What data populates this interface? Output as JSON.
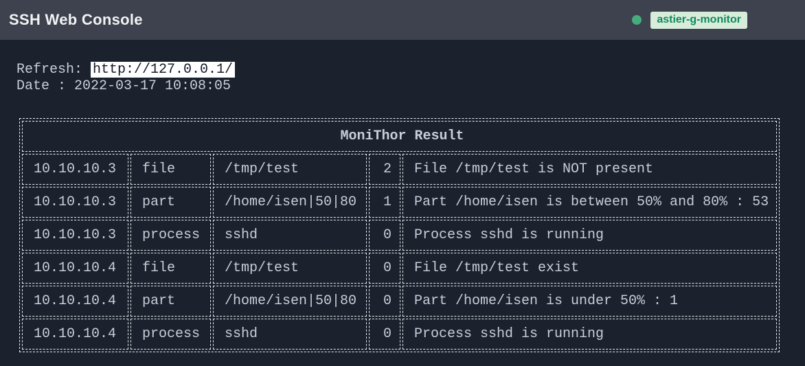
{
  "header": {
    "title": "SSH Web Console",
    "status_badge": "astier-g-monitor"
  },
  "info": {
    "refresh_label": "Refresh:",
    "refresh_url": "http://127.0.0.1/",
    "date_line": "Date : 2022-03-17 10:08:05"
  },
  "table": {
    "title": "MoniThor Result",
    "rows": [
      {
        "host": "10.10.10.3",
        "check": "file",
        "target": "/tmp/test",
        "code": "2",
        "message": "File /tmp/test is NOT present"
      },
      {
        "host": "10.10.10.3",
        "check": "part",
        "target": "/home/isen|50|80",
        "code": "1",
        "message": "Part /home/isen is between 50% and 80% : 53"
      },
      {
        "host": "10.10.10.3",
        "check": "process",
        "target": "sshd",
        "code": "0",
        "message": "Process sshd is running"
      },
      {
        "host": "10.10.10.4",
        "check": "file",
        "target": "/tmp/test",
        "code": "0",
        "message": "File /tmp/test exist"
      },
      {
        "host": "10.10.10.4",
        "check": "part",
        "target": "/home/isen|50|80",
        "code": "0",
        "message": "Part /home/isen is under 50% : 1"
      },
      {
        "host": "10.10.10.4",
        "check": "process",
        "target": "sshd",
        "code": "0",
        "message": "Process sshd is running"
      }
    ]
  },
  "colors": {
    "status_green": "#45ad7b",
    "badge_bg": "#d8ecda",
    "badge_text": "#0f8a5f",
    "header_bg": "#3d424e",
    "page_bg": "#1b212d",
    "table_border": "#ebeef2",
    "url_highlight_bg": "#ffffff"
  }
}
